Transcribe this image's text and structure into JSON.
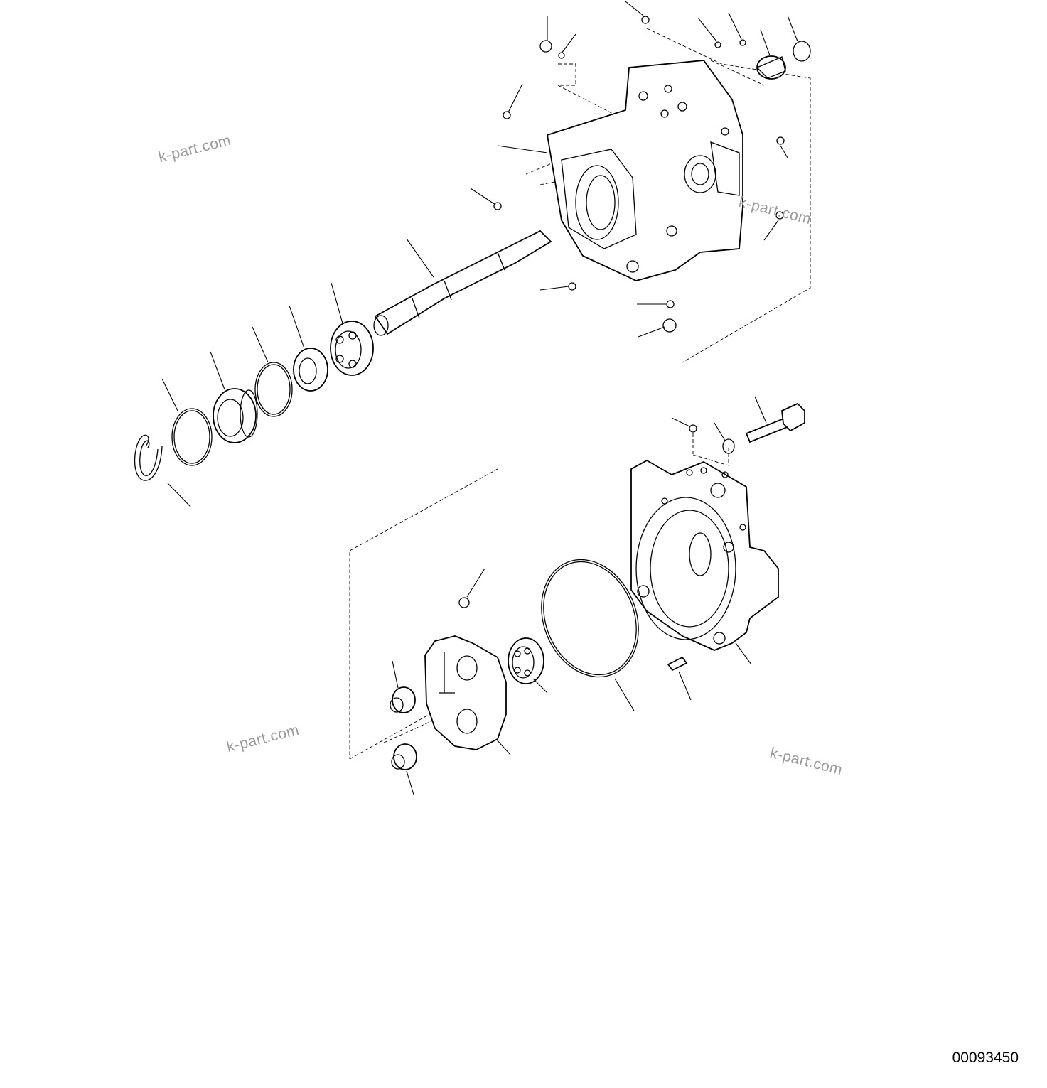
{
  "drawing_number": "00093450",
  "watermarks": [
    "k-part.com",
    "k-part.com",
    "k-part.com",
    "k-part.com"
  ],
  "colors": {
    "line": "#000000",
    "watermark": "#9a9a9a",
    "background": "#ffffff"
  }
}
